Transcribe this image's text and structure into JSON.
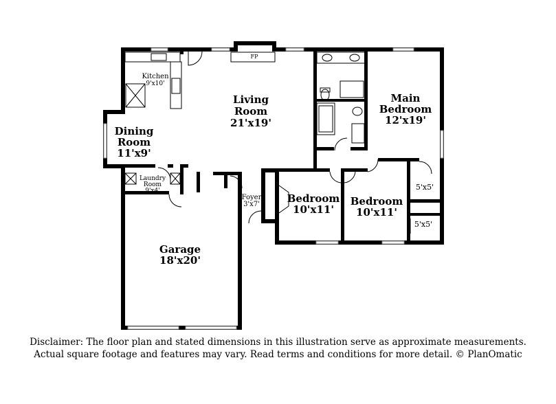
{
  "rooms": {
    "kitchen": {
      "name": "Kitchen",
      "dims": "9'x10'"
    },
    "living": {
      "name_1": "Living",
      "name_2": "Room",
      "dims": "21'x19'"
    },
    "dining": {
      "name_1": "Dining",
      "name_2": "Room",
      "dims": "11'x9'"
    },
    "laundry": {
      "name_1": "Laundry",
      "name_2": "Room",
      "dims": "9'x4'"
    },
    "main_bedroom": {
      "name_1": "Main",
      "name_2": "Bedroom",
      "dims": "12'x19'"
    },
    "foyer": {
      "name": "Foyer",
      "dims": "3'x7'"
    },
    "bedroom_1": {
      "name": "Bedroom",
      "dims": "10'x11'"
    },
    "bedroom_2": {
      "name": "Bedroom",
      "dims": "10'x11'"
    },
    "closet_1": {
      "dims": "5'x5'"
    },
    "closet_2": {
      "dims": "5'x5'"
    },
    "garage": {
      "name": "Garage",
      "dims": "18'x20'"
    }
  },
  "fireplace_label": "FP",
  "disclaimer": {
    "line_1": "Disclaimer: The floor plan and stated dimensions in this illustration serve as approximate measurements.",
    "line_2": "Actual square footage and features may vary. Read terms and conditions for more detail. © PlanOmatic"
  }
}
